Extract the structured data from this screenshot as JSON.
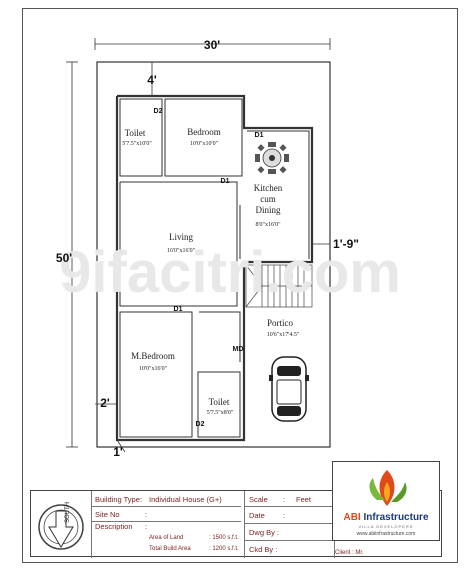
{
  "dimensions": {
    "width": "30'",
    "height": "50'",
    "top_setback": "4'",
    "right_offset": "1'-9\"",
    "left_offset": "2'",
    "bottom_offset": "1'"
  },
  "rooms": {
    "toilet_top": {
      "name": "Toilet",
      "dim": "5'7.5\"x10'0\""
    },
    "bedroom": {
      "name": "Bedroom",
      "dim": "10'0\"x10'0\""
    },
    "kitchen": {
      "name_line1": "Kitchen",
      "name_line2": "cum",
      "name_line3": "Dining",
      "dim": "8'0\"x16'0\""
    },
    "living": {
      "name": "Living",
      "dim": "16'0\"x16'0\""
    },
    "portico": {
      "name": "Portico",
      "dim": "10'6\"x17'4.5\""
    },
    "master_bedroom": {
      "name": "M.Bedroom",
      "dim": "10'0\"x16'0\""
    },
    "toilet_bottom": {
      "name": "Toilet",
      "dim": "5'7.5\"x8'0\""
    }
  },
  "door_tags": {
    "d2_top": "D2",
    "d1_kitchen": "D1",
    "d1_bedroom": "D1",
    "d1_mbed": "D1",
    "md": "MD",
    "d2_bottom": "D2"
  },
  "title_block": {
    "building_type_label": "Building Type:",
    "building_type_value": "Individual House (G+)",
    "site_no_label": "Site No",
    "site_no_sep": ":",
    "description_label": "Description",
    "description_sep": ":",
    "area_land_label": "Area of Land",
    "area_land_value": ": 1500 s.f.t.",
    "total_build_label": "Total Build Area",
    "total_build_value": ": 1200 s.f.t.",
    "scale_label": "Scale",
    "scale_sep": ":",
    "scale_value": "Feet",
    "date_label": "Date",
    "date_sep": ":",
    "dwg_by_label": "Dwg By :",
    "ckd_by_label": "Ckd By :",
    "client_label": "Client : Mr."
  },
  "compass": {
    "label": "SOUTH"
  },
  "logo": {
    "abi": "ABI",
    "name": "Infrastructure",
    "tagline": "VILLA DEVELOPERS",
    "url": "www.abiinfrastructure.com"
  },
  "colors": {
    "wall": "#333333",
    "title_text": "#7a2424",
    "logo_blue": "#1a3a7a",
    "logo_orange": "#e04a1a",
    "logo_green": "#7ab83a"
  }
}
